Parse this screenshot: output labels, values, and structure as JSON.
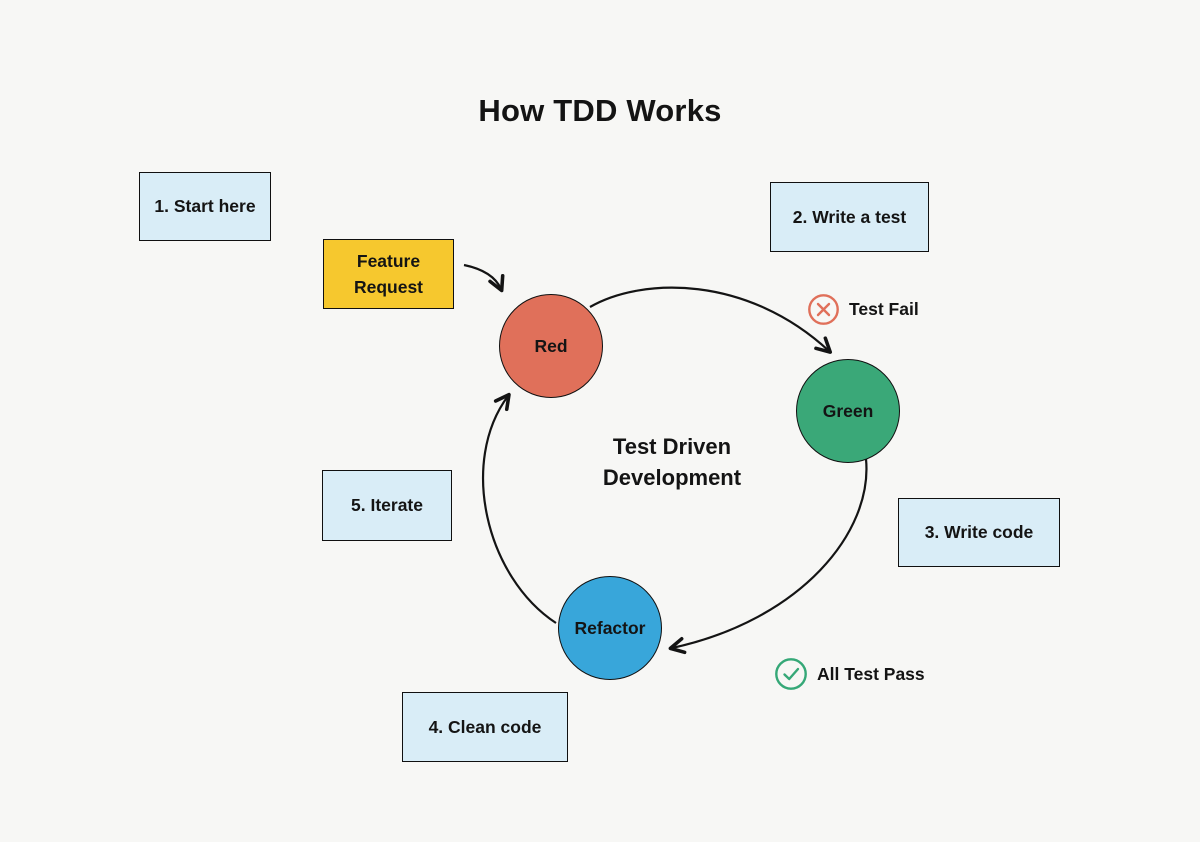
{
  "title": "How TDD Works",
  "colors": {
    "background": "#f7f7f5",
    "text": "#141414",
    "note_fill": "#d9edf7",
    "note_border": "#101010",
    "yellow_fill": "#f6c82e",
    "red_circle": "#e0705a",
    "green_circle": "#3aa878",
    "blue_circle": "#38a6da",
    "fail_icon": "#e0705a",
    "pass_icon": "#35a877",
    "arrow": "#141414"
  },
  "steps": [
    {
      "id": "step-1",
      "label": "1. Start here"
    },
    {
      "id": "step-2",
      "label": "2. Write a test"
    },
    {
      "id": "step-3",
      "label": "3. Write code"
    },
    {
      "id": "step-4",
      "label": "4. Clean code"
    },
    {
      "id": "step-5",
      "label": "5. Iterate"
    }
  ],
  "feature_request": {
    "line1": "Feature",
    "line2": "Request"
  },
  "nodes": [
    {
      "id": "red",
      "label": "Red"
    },
    {
      "id": "green",
      "label": "Green"
    },
    {
      "id": "refactor",
      "label": "Refactor"
    }
  ],
  "center_label": {
    "line1": "Test Driven",
    "line2": "Development"
  },
  "badges": {
    "test_fail": {
      "label": "Test Fail",
      "icon": "x-circle-icon"
    },
    "all_test_pass": {
      "label": "All Test Pass",
      "icon": "check-circle-icon"
    }
  }
}
